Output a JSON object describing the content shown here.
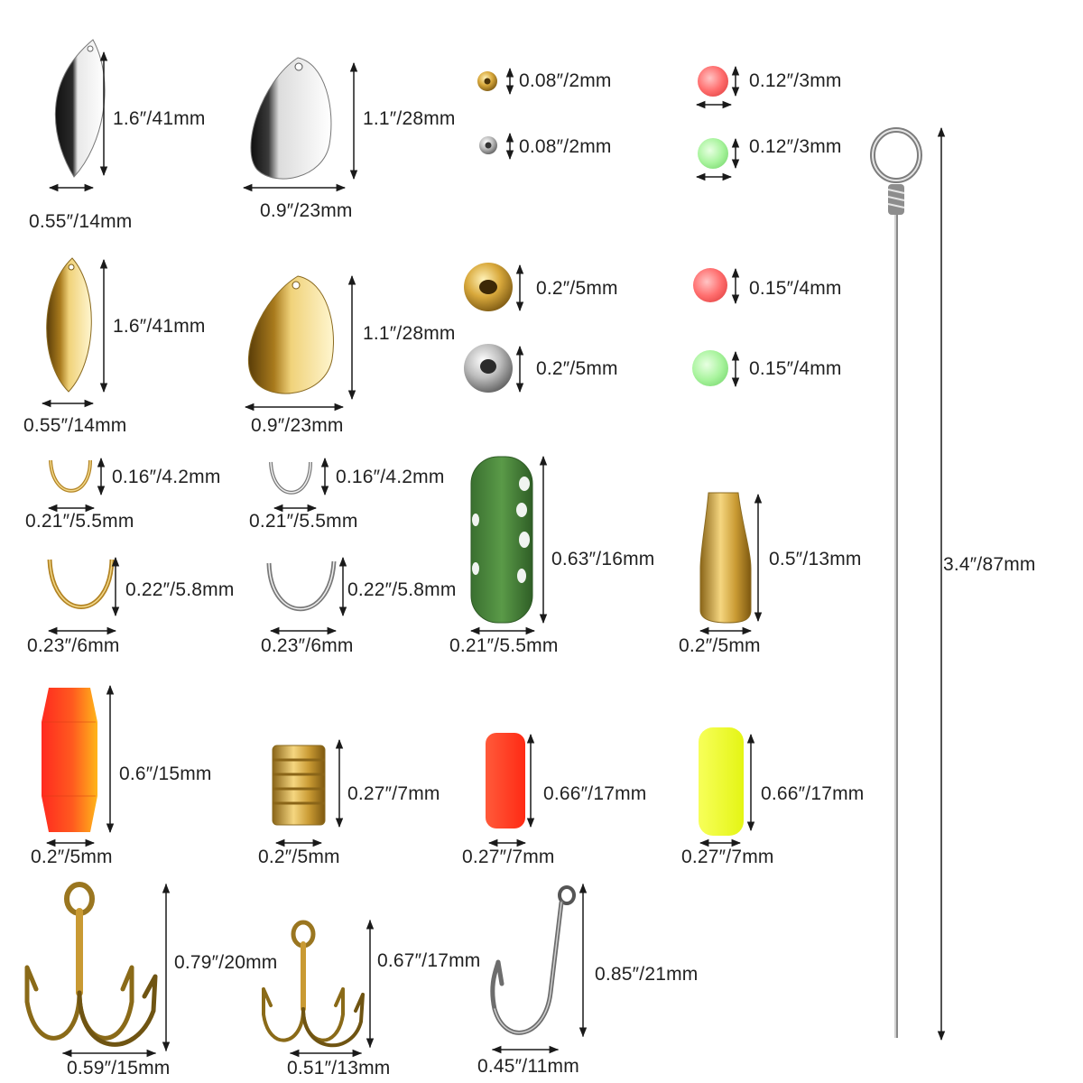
{
  "colors": {
    "dimension_line": "#1a1a1a",
    "silver": "#d9d9d9",
    "gold": "#d8b04a",
    "green_bead": "#4c8a3c",
    "red_bead": "#ff4b2b",
    "yellow_bead": "#f1ff2a",
    "pink_bead": "#ff7a7a",
    "glow_bead": "#a8f7a0"
  },
  "items": [
    {
      "id": "willow-blade-silver",
      "icon": "willow-blade-icon",
      "color": "silver",
      "height": "1.6″/41mm",
      "width": "0.55″/14mm"
    },
    {
      "id": "colorado-blade-silver",
      "icon": "colorado-blade-icon",
      "color": "silver",
      "height": "1.1″/28mm",
      "width": "0.9″/23mm"
    },
    {
      "id": "brass-bead-2mm",
      "icon": "metal-bead-icon",
      "color": "gold",
      "height": "0.08″/2mm"
    },
    {
      "id": "silver-bead-2mm",
      "icon": "metal-bead-icon",
      "color": "silver",
      "height": "0.08″/2mm"
    },
    {
      "id": "pink-bead-3mm",
      "icon": "plastic-bead-icon",
      "color": "pink_bead",
      "height": "0.12″/3mm"
    },
    {
      "id": "glow-bead-3mm",
      "icon": "plastic-bead-icon",
      "color": "glow_bead",
      "height": "0.12″/3mm"
    },
    {
      "id": "willow-blade-gold",
      "icon": "willow-blade-icon",
      "color": "gold",
      "height": "1.6″/41mm",
      "width": "0.55″/14mm"
    },
    {
      "id": "colorado-blade-gold",
      "icon": "colorado-blade-icon",
      "color": "gold",
      "height": "1.1″/28mm",
      "width": "0.9″/23mm"
    },
    {
      "id": "brass-bead-5mm",
      "icon": "metal-bead-icon",
      "color": "gold",
      "height": "0.2″/5mm"
    },
    {
      "id": "silver-bead-5mm",
      "icon": "metal-bead-icon",
      "color": "silver",
      "height": "0.2″/5mm"
    },
    {
      "id": "pink-bead-4mm",
      "icon": "plastic-bead-icon",
      "color": "pink_bead",
      "height": "0.15″/4mm"
    },
    {
      "id": "glow-bead-4mm",
      "icon": "plastic-bead-icon",
      "color": "glow_bead",
      "height": "0.15″/4mm"
    },
    {
      "id": "clevis-gold-small",
      "icon": "clevis-icon",
      "color": "gold",
      "height": "0.16″/4.2mm",
      "width": "0.21″/5.5mm"
    },
    {
      "id": "clevis-silver-small",
      "icon": "clevis-icon",
      "color": "silver",
      "height": "0.16″/4.2mm",
      "width": "0.21″/5.5mm"
    },
    {
      "id": "clevis-gold-large",
      "icon": "clevis-icon",
      "color": "gold",
      "height": "0.22″/5.8mm",
      "width": "0.23″/6mm"
    },
    {
      "id": "clevis-silver-large",
      "icon": "clevis-icon",
      "color": "silver",
      "height": "0.22″/5.8mm",
      "width": "0.23″/6mm"
    },
    {
      "id": "green-tube-bead",
      "icon": "tube-bead-icon",
      "color": "green_bead",
      "height": "0.63″/16mm",
      "width": "0.21″/5.5mm"
    },
    {
      "id": "bullet-weight",
      "icon": "bullet-weight-icon",
      "color": "gold",
      "height": "0.5″/13mm",
      "width": "0.2″/5mm"
    },
    {
      "id": "orange-float",
      "icon": "float-icon",
      "color": "red_bead",
      "height": "0.6″/15mm",
      "width": "0.2″/5mm"
    },
    {
      "id": "brass-body",
      "icon": "brass-body-icon",
      "color": "gold",
      "height": "0.27″/7mm",
      "width": "0.2″/5mm"
    },
    {
      "id": "red-foam-float",
      "icon": "foam-float-icon",
      "color": "red_bead",
      "height": "0.66″/17mm",
      "width": "0.27″/7mm"
    },
    {
      "id": "yellow-foam-float",
      "icon": "foam-float-icon",
      "color": "yellow_bead",
      "height": "0.66″/17mm",
      "width": "0.27″/7mm"
    },
    {
      "id": "treble-hook-large",
      "icon": "treble-hook-icon",
      "color": "gold",
      "height": "0.79″/20mm",
      "width": "0.59″/15mm"
    },
    {
      "id": "treble-hook-small",
      "icon": "treble-hook-icon",
      "color": "gold",
      "height": "0.67″/17mm",
      "width": "0.51″/13mm"
    },
    {
      "id": "single-hook",
      "icon": "single-hook-icon",
      "color": "silver",
      "height": "0.85″/21mm",
      "width": "0.45″/11mm"
    },
    {
      "id": "wire-shaft",
      "icon": "wire-shaft-icon",
      "color": "silver",
      "height": "3.4″/87mm"
    }
  ]
}
